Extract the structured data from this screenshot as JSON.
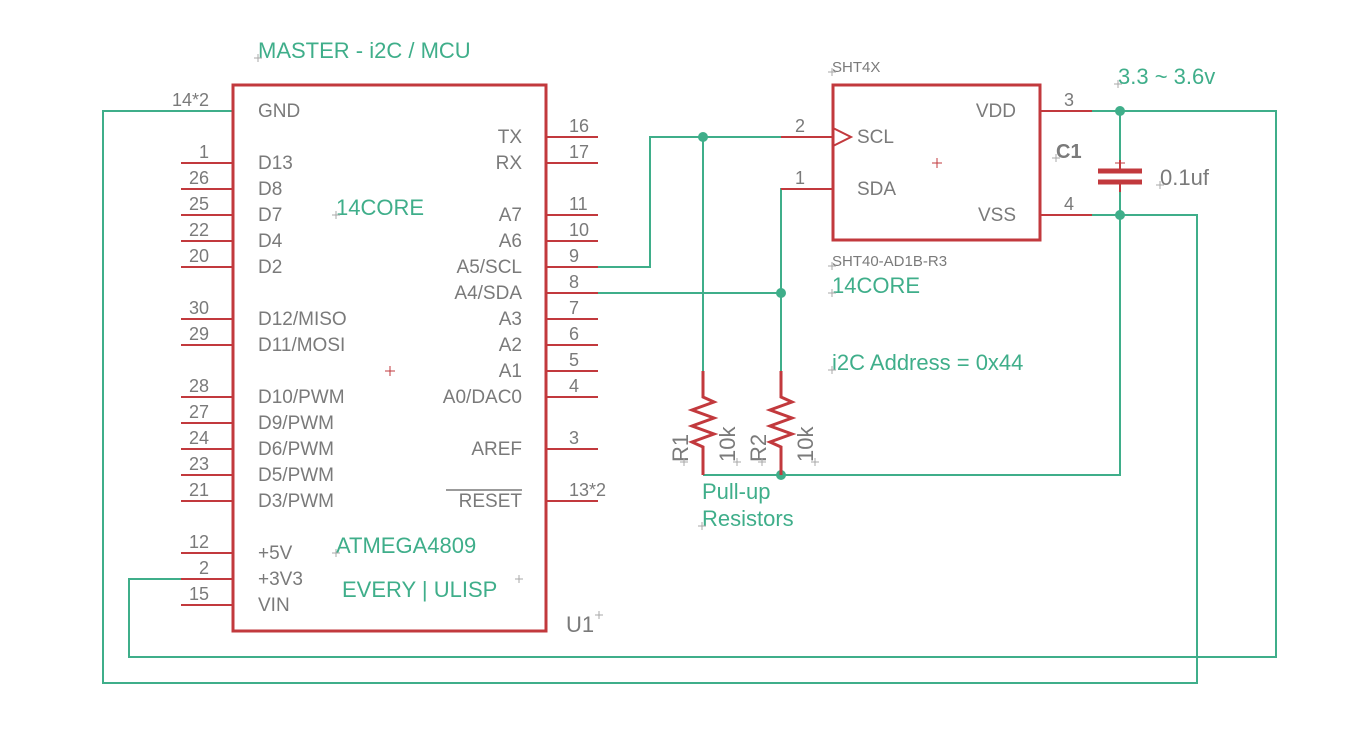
{
  "mcu": {
    "title": "MASTER - i2C / MCU",
    "lib_label": "14CORE",
    "chip": "ATMEGA4809",
    "board": "EVERY | ULISP",
    "ref": "U1",
    "left_pins": [
      {
        "num": "14*2",
        "name": "GND"
      },
      {
        "num": "1",
        "name": "D13"
      },
      {
        "num": "26",
        "name": "D8"
      },
      {
        "num": "25",
        "name": "D7"
      },
      {
        "num": "22",
        "name": "D4"
      },
      {
        "num": "20",
        "name": "D2"
      },
      {
        "num": "30",
        "name": "D12/MISO"
      },
      {
        "num": "29",
        "name": "D11/MOSI"
      },
      {
        "num": "28",
        "name": "D10/PWM"
      },
      {
        "num": "27",
        "name": "D9/PWM"
      },
      {
        "num": "24",
        "name": "D6/PWM"
      },
      {
        "num": "23",
        "name": "D5/PWM"
      },
      {
        "num": "21",
        "name": "D3/PWM"
      },
      {
        "num": "12",
        "name": "+5V"
      },
      {
        "num": "2",
        "name": "+3V3"
      },
      {
        "num": "15",
        "name": "VIN"
      }
    ],
    "right_pins": [
      {
        "num": "16",
        "name": "TX"
      },
      {
        "num": "17",
        "name": "RX"
      },
      {
        "num": "11",
        "name": "A7"
      },
      {
        "num": "10",
        "name": "A6"
      },
      {
        "num": "9",
        "name": "A5/SCL"
      },
      {
        "num": "8",
        "name": "A4/SDA"
      },
      {
        "num": "7",
        "name": "A3"
      },
      {
        "num": "6",
        "name": "A2"
      },
      {
        "num": "5",
        "name": "A1"
      },
      {
        "num": "4",
        "name": "A0/DAC0"
      },
      {
        "num": "3",
        "name": "AREF"
      },
      {
        "num": "13*2",
        "name": "RESET"
      }
    ]
  },
  "sensor": {
    "name": "SHT4X",
    "value": "SHT40-AD1B-R3",
    "lib_label": "14CORE",
    "address_note": "i2C Address = 0x44",
    "pins": [
      {
        "num": "2",
        "name": "SCL"
      },
      {
        "num": "1",
        "name": "SDA"
      },
      {
        "num": "3",
        "name": "VDD"
      },
      {
        "num": "4",
        "name": "VSS"
      }
    ]
  },
  "capacitor": {
    "ref": "C1",
    "value": "0.1uf"
  },
  "supply_label": "3.3 ~ 3.6v",
  "resistors": [
    {
      "ref": "R1",
      "value": "10k"
    },
    {
      "ref": "R2",
      "value": "10k"
    }
  ],
  "pullup_note": {
    "line1": "Pull-up",
    "line2": "Resistors"
  },
  "colors": {
    "part": "#c2393d",
    "wire": "#3fae8a",
    "pin_text": "#7a7a7a"
  }
}
